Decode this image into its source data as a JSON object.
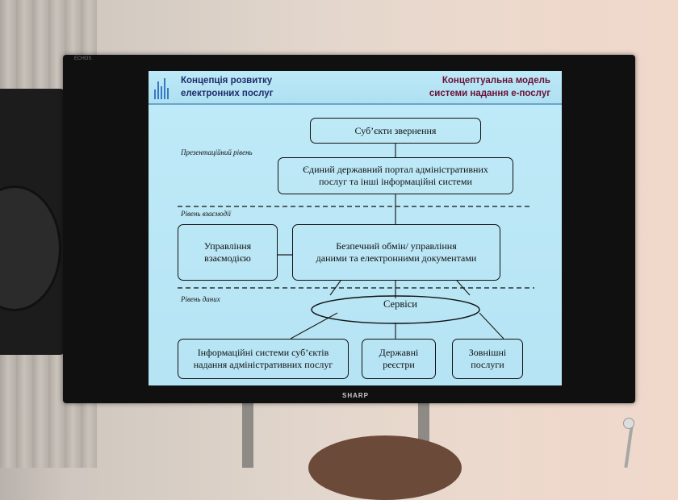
{
  "tv": {
    "brand_top": "ECHOS",
    "logo": "SHARP"
  },
  "slide": {
    "title_left": [
      "Концепція розвитку",
      "електронних послуг"
    ],
    "title_right": [
      "Концептуальна модель",
      "системи надання е-послуг"
    ],
    "levels": {
      "presentation": "Презентаційний рівень",
      "interaction": "Рівень взаємодії",
      "data": "Рівень даних"
    },
    "boxes": {
      "subjects": "Суб’єкти звернення",
      "portal": [
        "Єдиний державний портал адміністративних",
        "послуг та інші інформаційні системи"
      ],
      "interaction_mgmt": [
        "Управління",
        "взаємодією"
      ],
      "secure_exchange": [
        "Безпечний обмін/ управління",
        "даними та електронними документами"
      ],
      "services": "Сервіси",
      "info_systems": [
        "Інформаційні системи суб’єктів",
        "надання адміністративних послуг"
      ],
      "registries": [
        "Державні",
        "реєстри"
      ],
      "external": [
        "Зовнішні",
        "послуги"
      ]
    }
  },
  "colors": {
    "slide_bg": "#bfeaf8",
    "title_left": "#1f2c6b",
    "title_right": "#6a1035"
  }
}
